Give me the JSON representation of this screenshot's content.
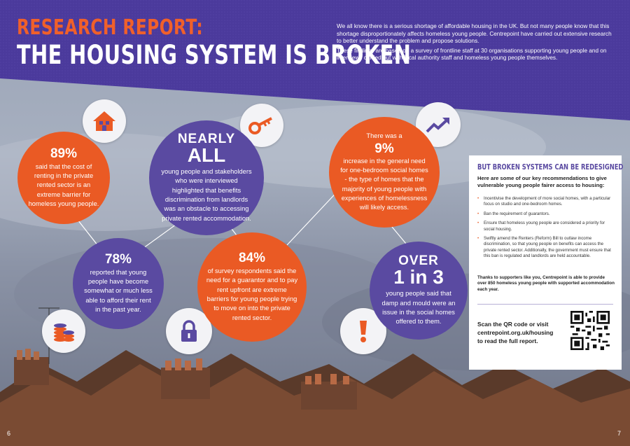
{
  "header": {
    "title_line1": "RESEARCH REPORT:",
    "title_line2": "THE HOUSING SYSTEM IS BROKEN",
    "intro_p1": "We all know there is a serious shortage of affordable housing in the UK. But not many people know that this shortage disproportionately affects homeless young people. Centrepoint have carried out extensive research to better understand the problem and propose solutions.",
    "intro_p2": "These findings are based on a survey of frontline staff at 30 organisations supporting young people and on interviews carried out with local authority staff and homeless young people themselves."
  },
  "stats": {
    "s89": {
      "figure": "89%",
      "text": "said that the cost of renting in the private rented sector is an extreme barrier for homeless young people."
    },
    "nearly_all": {
      "lead": "NEARLY",
      "figure": "ALL",
      "text": "young people and stakeholders who were interviewed highlighted that benefits discrimination from landlords was an obstacle to accessing private rented accommodation."
    },
    "s9": {
      "lead": "There was a",
      "figure": "9%",
      "text": "increase in the general need for one-bedroom social homes - the type of homes that the majority of young people with experiences of homelessness will likely access."
    },
    "s78": {
      "figure": "78%",
      "text": "reported that young people have become somewhat or much less able to afford their rent in the past year."
    },
    "s84": {
      "figure": "84%",
      "text": "of survey respondents said the need for a guarantor and to pay rent upfront are extreme barriers for young people trying to move on into the private rented sector."
    },
    "one_in_three": {
      "lead": "OVER",
      "figure": "1 in 3",
      "text": "young people said that damp and mould were an issue in the social homes offered to them."
    }
  },
  "icons": [
    "house-icon",
    "key-icon",
    "trend-up-icon",
    "coins-icon",
    "padlock-icon",
    "exclamation-icon"
  ],
  "panel": {
    "heading": "BUT BROKEN SYSTEMS CAN BE REDESIGNED",
    "subheading": "Here are some of our key recommendations to give vulnerable young people fairer access to housing:",
    "recommendations": [
      "Incentivise the development of more social homes, with a particular focus on studio and one-bedroom homes.",
      "Ban the requirement of guarantors.",
      "Ensure that homeless young people are considered a priority for social housing.",
      "Swiftly amend the Renters (Reform) Bill to outlaw income discrimination, so that young people on benefits can access the private rented sector. Additionally, the government must ensure that this ban is regulated and landlords are held accountable."
    ],
    "thanks": "Thanks to supporters like you, Centrepoint is able to provide over 850 homeless young people with supported accommodation each year.",
    "scan_text": "Scan the QR code or visit centrepoint.org.uk/housing to read the full report."
  },
  "page_numbers": {
    "left": "6",
    "right": "7"
  },
  "colors": {
    "orange": "#ea5a24",
    "purple": "#5a4aa1",
    "banner": "#4b3a9c"
  }
}
